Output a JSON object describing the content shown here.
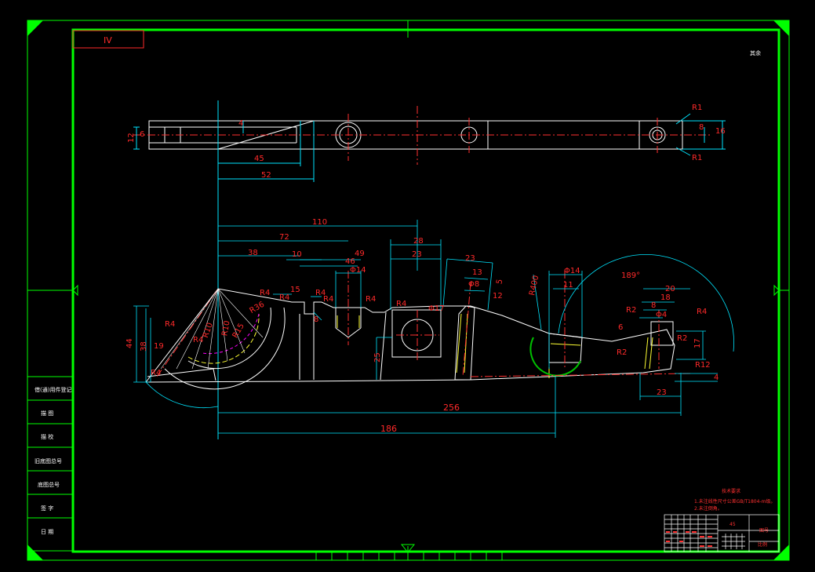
{
  "drawing": {
    "view_label": "IV",
    "roughness_note": "其余",
    "colors": {
      "frame": "#00ff00",
      "outline": "#ffffff",
      "dimension": "#00e5ff",
      "text": "#ff2a2a",
      "center": "#ff3030",
      "hatch": "#ffff33"
    }
  },
  "top_view": {
    "dims": {
      "d12": "12",
      "d6": "6",
      "d4": "4",
      "d45": "45",
      "d52": "52",
      "R1_top": "R1",
      "R1_bottom": "R1",
      "d8": "8",
      "d16": "16"
    }
  },
  "front_view": {
    "dims": {
      "d110": "110",
      "d72": "72",
      "d38": "38",
      "d10": "10",
      "d49": "49",
      "d46": "46",
      "d28": "28",
      "d23a": "23",
      "phi14": "Φ14",
      "d23b": "23",
      "d13": "13",
      "phi8": "Φ8",
      "d12": "12",
      "d5": "5",
      "R400": "R400",
      "phi14b": "Φ14",
      "d11": "11",
      "ang189": "189°",
      "R4a": "R4",
      "d15": "15",
      "R4b": "R4",
      "R4c": "R4",
      "R4d": "R4",
      "R4e": "R4",
      "R4f": "R4",
      "phi17": "Φ17",
      "d25": "25",
      "R36": "R36",
      "R4g": "R4",
      "R10a": "R10",
      "R10b": "R10",
      "R4h": "R4",
      "R15": "R15",
      "R2a": "R2",
      "R2b": "R2",
      "R2c": "R2",
      "d20": "20",
      "d18": "18",
      "d8": "8",
      "phi4": "Φ4",
      "d6": "6",
      "d17": "17",
      "R12": "R12",
      "d4": "4",
      "d23c": "23",
      "d44": "44",
      "d38v": "38",
      "d256": "256",
      "d186": "186",
      "R4i": "R4",
      "R4j": "R4",
      "d8v": "8",
      "d19": "19"
    }
  },
  "tech_notes": {
    "title": "技术要求",
    "line1": "1.未注线性尺寸公差GB/T1804-m级。",
    "line2": "2.未注倒角。"
  },
  "left_column": {
    "items": [
      "借(通)用件登记",
      "描 图",
      "描 校",
      "旧底图总号",
      "底图总号",
      "签 字",
      "日 期"
    ]
  },
  "title_block": {
    "material": "45",
    "sheet": "图号",
    "scale": "比例"
  }
}
